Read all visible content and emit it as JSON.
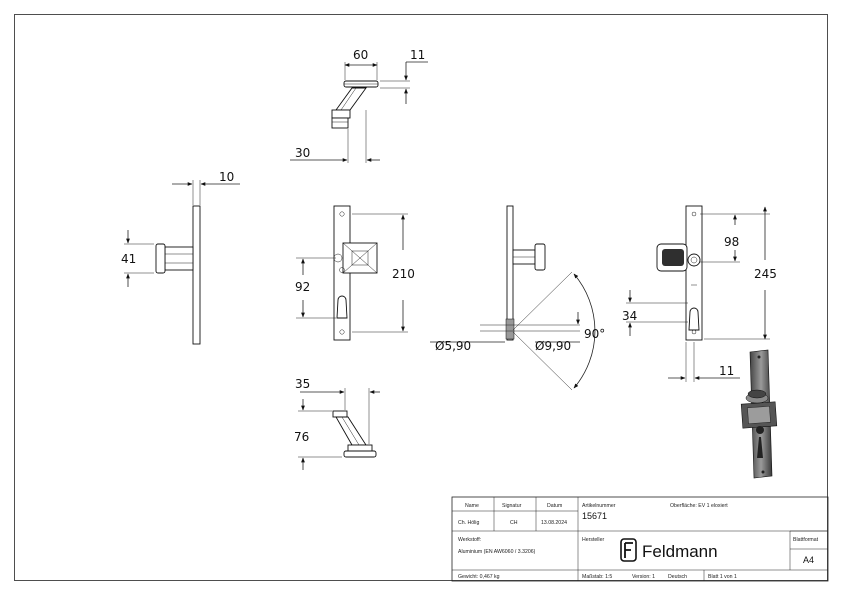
{
  "dimensions": {
    "top_width": "60",
    "top_thickness": "11",
    "top_offset": "30",
    "side_thickness": "10",
    "side_height": "41",
    "front_hole_spacing": "210",
    "front_pz": "92",
    "diameter_hole": "Ø5,90",
    "diameter_countersink": "Ø9,90",
    "angle": "90°",
    "back_total": "245",
    "back_spacing": "98",
    "back_offset": "34",
    "back_thickness": "11",
    "bottom_width": "35",
    "bottom_height": "76"
  },
  "title_block": {
    "name_label": "Name",
    "signature_label": "Signatur",
    "date_label": "Datum",
    "name_value": "Ch. Hölig",
    "signature_value": "CH",
    "date_value": "13.08.2024",
    "article_label": "Artikelnummer",
    "article_value": "15671",
    "surface_label": "Oberfläche: EV 1 eloxiert",
    "material_label": "Werkstoff:",
    "material_value": "Aluminium (EN AW6060 / 3.3206)",
    "manufacturer_label": "Hersteller",
    "brand_name": "Feldmann",
    "sheet_format_label": "Blattformat",
    "sheet_format_value": "A4",
    "weight": "Gewicht: 0,467 kg",
    "scale": "Maßstab: 1:5",
    "version": "Version: 1",
    "language": "Deutsch",
    "sheet": "Blatt 1 von 1"
  },
  "colors": {
    "line": "#222222",
    "render_dark": "#2e2e2e",
    "render_mid": "#7a7a7a",
    "render_light": "#c8c8c8"
  }
}
